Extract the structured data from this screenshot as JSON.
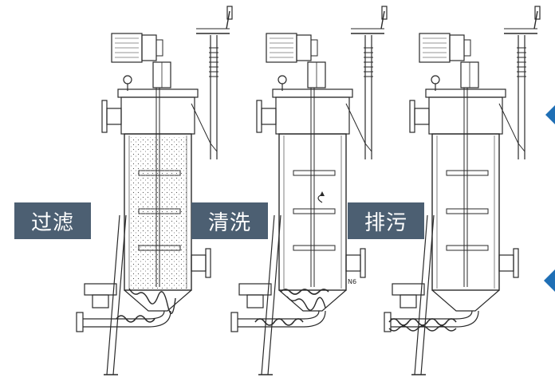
{
  "stages": [
    {
      "id": "filter",
      "label": "过滤"
    },
    {
      "id": "wash",
      "label": "清洗"
    },
    {
      "id": "drain",
      "label": "排污"
    }
  ],
  "tags": {
    "middle_nozzle": "N6"
  },
  "colors": {
    "label_bg": "#4c5f72",
    "label_text": "#ffffff",
    "line": "#2a2a2a",
    "accent_arrow": "#1f6fb5"
  },
  "icons": [
    "motor-icon",
    "handwheel-icon",
    "lifting-eye-icon",
    "arrow-icon"
  ]
}
